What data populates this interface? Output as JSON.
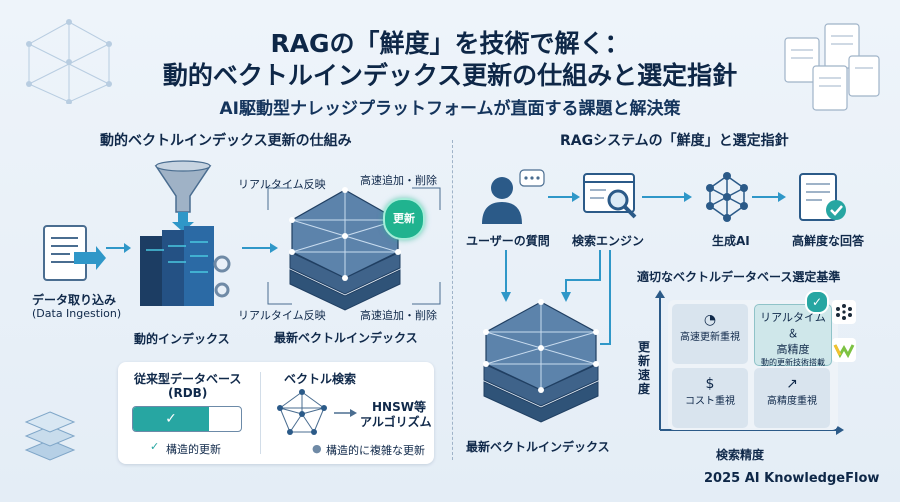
{
  "header": {
    "title_line1": "RAGの「鮮度」を技術で解く：",
    "title_line2": "動的ベクトルインデックス更新の仕組みと選定指針",
    "subtitle": "AI駆動型ナレッジプラットフォームが直面する課題と解決策"
  },
  "left": {
    "section_title": "動的ベクトルインデックス更新の仕組み",
    "ingest_label_1": "データ取り込み",
    "ingest_label_2": "(Data Ingestion)",
    "dynamic_index_label": "動的インデックス",
    "latest_index_label": "最新ベクトルインデックス",
    "realtime_top": "リアルタイム反映",
    "fast_top": "高速追加・削除",
    "realtime_bottom": "リアルタイム反映",
    "fast_bottom": "高速追加・削除",
    "update_badge": "更新",
    "rdb_title_1": "従来型データベース",
    "rdb_title_2": "(RDB)",
    "rdb_check": "✓",
    "rdb_caption": "構造的更新",
    "vector_title": "ベクトル検索",
    "hnsw_1": "HNSW等",
    "hnsw_2": "アルゴリズム",
    "vector_caption": "構造的に複雑な更新"
  },
  "right": {
    "section_title": "RAGシステムの「鮮度」と選定指針",
    "user_question": "ユーザーの質問",
    "search_engine": "検索エンジン",
    "generative_ai": "生成AI",
    "fresh_answer": "高鮮度な回答",
    "latest_index": "最新ベクトルインデックス",
    "criteria_title": "適切なベクトルデータベース選定基準",
    "y_axis": "更新速度",
    "x_axis": "検索精度",
    "quadrants": {
      "top_left": "高速更新重視",
      "top_right_1": "リアルタイム＆",
      "top_right_2": "高精度",
      "top_right_3": "動的更新技術搭載",
      "bottom_left": "コスト重視",
      "bottom_right": "高精度重視"
    }
  },
  "footer": {
    "brand": "2025 AI KnowledgeFlow"
  },
  "colors": {
    "accent_teal": "#27a6a2",
    "navy": "#0e2747",
    "badge_green": "#20b38f"
  }
}
